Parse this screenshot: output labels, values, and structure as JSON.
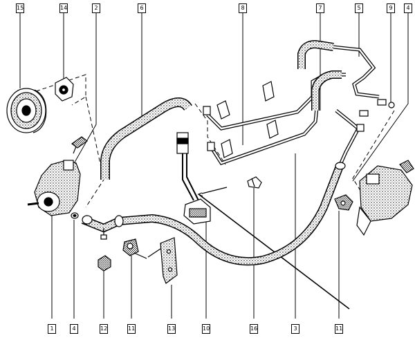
{
  "diagram": {
    "background": "#ffffff",
    "ink": "#000000",
    "callouts_top": [
      {
        "id": "15",
        "label": "15"
      },
      {
        "id": "14",
        "label": "14"
      },
      {
        "id": "2",
        "label": "2"
      },
      {
        "id": "6",
        "label": "6"
      },
      {
        "id": "8",
        "label": "8"
      },
      {
        "id": "7",
        "label": "7"
      },
      {
        "id": "5",
        "label": "5"
      },
      {
        "id": "9",
        "label": "9"
      },
      {
        "id": "4",
        "label": "4"
      }
    ],
    "callouts_bottom": [
      {
        "id": "1",
        "label": "1"
      },
      {
        "id": "4",
        "label": "4"
      },
      {
        "id": "12",
        "label": "12"
      },
      {
        "id": "11",
        "label": "11"
      },
      {
        "id": "13",
        "label": "13"
      },
      {
        "id": "10",
        "label": "10"
      },
      {
        "id": "16",
        "label": "16"
      },
      {
        "id": "3",
        "label": "3"
      },
      {
        "id": "11",
        "label": "11"
      }
    ]
  }
}
